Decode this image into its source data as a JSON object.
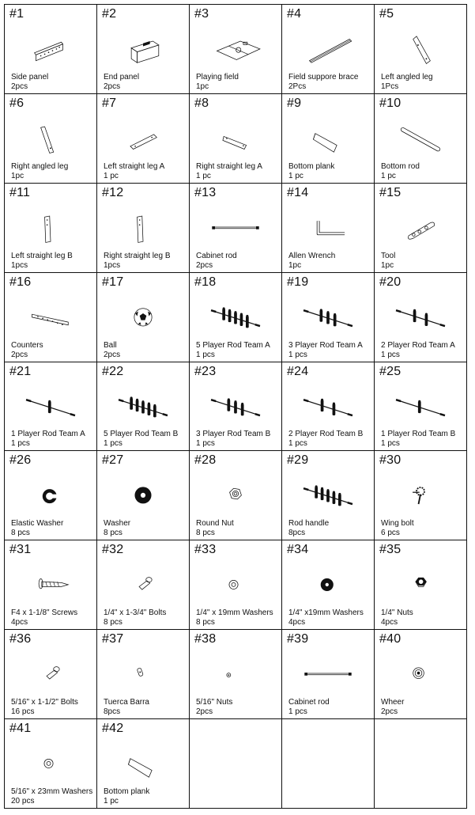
{
  "parts": [
    {
      "num": "#1",
      "name": "Side panel",
      "qty": "2pcs",
      "icon": "side-panel"
    },
    {
      "num": "#2",
      "name": "End panel",
      "qty": "2pcs",
      "icon": "end-panel"
    },
    {
      "num": "#3",
      "name": "Playing field",
      "qty": "1pc",
      "icon": "playing-field"
    },
    {
      "num": "#4",
      "name": "Field suppore brace",
      "qty": "2Pcs",
      "icon": "brace"
    },
    {
      "num": "#5",
      "name": "Left angled leg",
      "qty": "1Pcs",
      "icon": "angled-leg-left"
    },
    {
      "num": "#6",
      "name": "Right angled leg",
      "qty": "1pc",
      "icon": "angled-leg-right"
    },
    {
      "num": "#7",
      "name": "Left straight leg A",
      "qty": "1 pc",
      "icon": "straight-leg-a"
    },
    {
      "num": "#8",
      "name": "Right straight leg A",
      "qty": "1 pc",
      "icon": "straight-leg-a2"
    },
    {
      "num": "#9",
      "name": "Bottom plank",
      "qty": "1 pc",
      "icon": "plank"
    },
    {
      "num": "#10",
      "name": "Bottom rod",
      "qty": "1 pc",
      "icon": "bottom-rod"
    },
    {
      "num": "#11",
      "name": "Left straight leg B",
      "qty": "1pcs",
      "icon": "straight-leg-b"
    },
    {
      "num": "#12",
      "name": "Right straight leg B",
      "qty": "1pcs",
      "icon": "straight-leg-b"
    },
    {
      "num": "#13",
      "name": "Cabinet rod",
      "qty": "2pcs",
      "icon": "cabinet-rod"
    },
    {
      "num": "#14",
      "name": "Allen Wrench",
      "qty": "1pc",
      "icon": "allen-wrench"
    },
    {
      "num": "#15",
      "name": "Tool",
      "qty": "1pc",
      "icon": "tool"
    },
    {
      "num": "#16",
      "name": "Counters",
      "qty": "2pcs",
      "icon": "counters"
    },
    {
      "num": "#17",
      "name": "Ball",
      "qty": "2pcs",
      "icon": "ball"
    },
    {
      "num": "#18",
      "name": "5 Player Rod Team A",
      "qty": "1 pcs",
      "icon": "rod-5",
      "players": 5
    },
    {
      "num": "#19",
      "name": "3 Player Rod Team A",
      "qty": "1 pcs",
      "icon": "rod-3",
      "players": 3
    },
    {
      "num": "#20",
      "name": "2 Player Rod Team A",
      "qty": "1 pcs",
      "icon": "rod-2",
      "players": 2
    },
    {
      "num": "#21",
      "name": "1 Player Rod Team A",
      "qty": "1 pcs",
      "icon": "rod-1",
      "players": 1
    },
    {
      "num": "#22",
      "name": "5 Player Rod Team B",
      "qty": "1 pcs",
      "icon": "rod-5",
      "players": 5
    },
    {
      "num": "#23",
      "name": "3 Player Rod Team B",
      "qty": "1 pcs",
      "icon": "rod-3",
      "players": 3
    },
    {
      "num": "#24",
      "name": "2 Player Rod Team B",
      "qty": "1 pcs",
      "icon": "rod-2",
      "players": 2
    },
    {
      "num": "#25",
      "name": "1 Player Rod Team B",
      "qty": "1 pcs",
      "icon": "rod-1",
      "players": 1
    },
    {
      "num": "#26",
      "name": "Elastic Washer",
      "qty": "8 pcs",
      "icon": "elastic-washer"
    },
    {
      "num": "#27",
      "name": "Washer",
      "qty": "8 pcs",
      "icon": "washer-large"
    },
    {
      "num": "#28",
      "name": "Round Nut",
      "qty": "8 pcs",
      "icon": "round-nut"
    },
    {
      "num": "#29",
      "name": "Rod handle",
      "qty": "8pcs",
      "icon": "rod-handle"
    },
    {
      "num": "#30",
      "name": "Wing bolt",
      "qty": "6 pcs",
      "icon": "wing-bolt"
    },
    {
      "num": "#31",
      "name": "F4 x 1-1/8\" Screws",
      "qty": "4pcs",
      "icon": "screw"
    },
    {
      "num": "#32",
      "name": "1/4\" x 1-3/4\" Bolts",
      "qty": "8 pcs",
      "icon": "bolt"
    },
    {
      "num": "#33",
      "name": "1/4\" x 19mm Washers",
      "qty": "8 pcs",
      "icon": "flat-washer"
    },
    {
      "num": "#34",
      "name": "1/4\" x19mm Washers",
      "qty": "4pcs",
      "icon": "black-washer"
    },
    {
      "num": "#35",
      "name": "1/4\" Nuts",
      "qty": "4pcs",
      "icon": "nut"
    },
    {
      "num": "#36",
      "name": "5/16\" x 1-1/2\" Bolts",
      "qty": "16 pcs",
      "icon": "bolt"
    },
    {
      "num": "#37",
      "name": "Tuerca Barra",
      "qty": "8pcs",
      "icon": "barrel-nut"
    },
    {
      "num": "#38",
      "name": "5/16\" Nuts",
      "qty": "2pcs",
      "icon": "small-nut"
    },
    {
      "num": "#39",
      "name": "Cabinet rod",
      "qty": "1 pcs",
      "icon": "cabinet-rod"
    },
    {
      "num": "#40",
      "name": "Wheer",
      "qty": "2pcs",
      "icon": "wheel"
    },
    {
      "num": "#41",
      "name": "5/16\" x 23mm Washers",
      "qty": "20 pcs",
      "icon": "flat-washer"
    },
    {
      "num": "#42",
      "name": "Bottom plank",
      "qty": "1 pc",
      "icon": "plank"
    }
  ],
  "empty_cells": 3
}
